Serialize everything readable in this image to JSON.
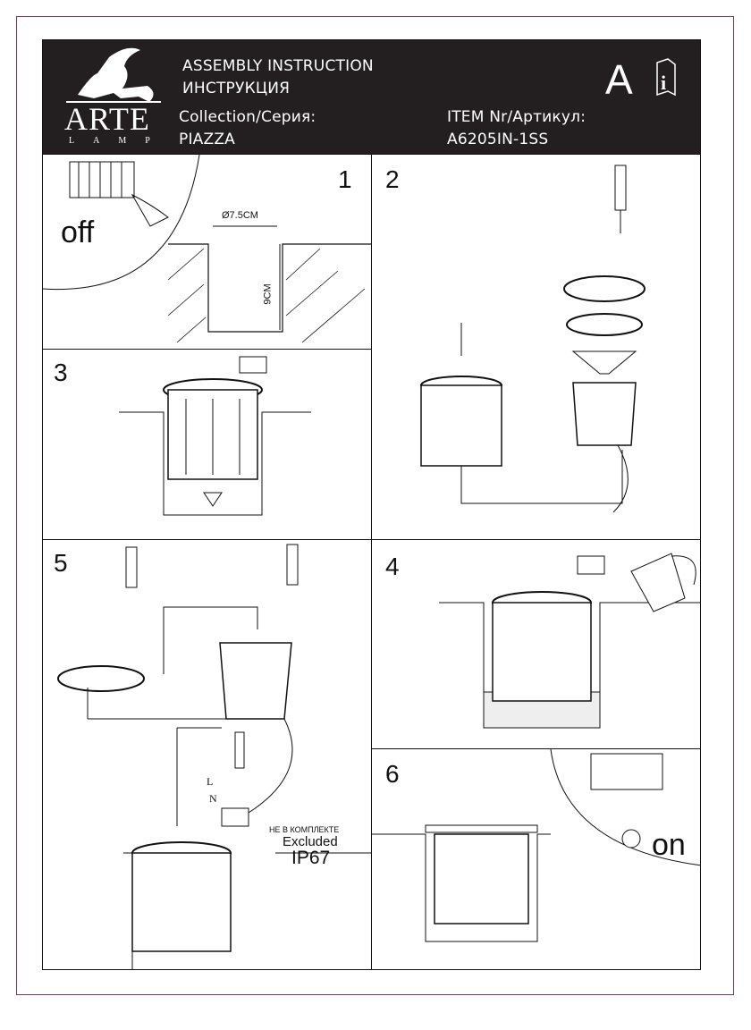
{
  "header": {
    "brand": "ARTE",
    "brand_sub": "LAMP",
    "title_en": "ASSEMBLY INSTRUCTION",
    "title_ru": "ИНСТРУКЦИЯ",
    "collection_label": "Collection/Серия:",
    "collection_value": "PIAZZA",
    "item_label": "ITEM Nr/Артикул:",
    "item_value": "A6205IN-1SS",
    "letter": "A",
    "icon": "manual-book-icon"
  },
  "steps": [
    {
      "number": "1",
      "switch_label": "off",
      "diameter": "Ø7.5CM",
      "depth": "9CM"
    },
    {
      "number": "2"
    },
    {
      "number": "3"
    },
    {
      "number": "4"
    },
    {
      "number": "5",
      "ground_label": "L",
      "neutral_label": "N",
      "note_ru": "НЕ В КОМПЛЕКТЕ",
      "note_en": "Excluded",
      "rating": "IP67"
    },
    {
      "number": "6",
      "switch_label": "on"
    }
  ]
}
